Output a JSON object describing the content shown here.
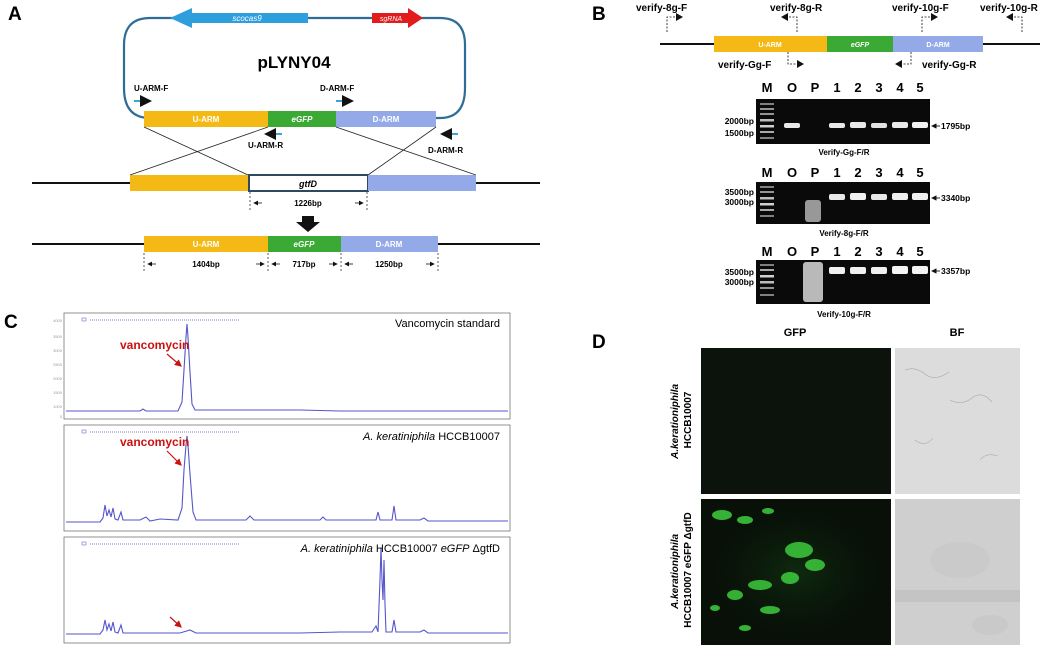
{
  "panel_a": {
    "letter": "A",
    "plasmid_name": "pLYNY04",
    "scocas9": "scocas9",
    "sgrna": "sgRNA",
    "primer_uarm_f": "U-ARM-F",
    "primer_darm_f": "D-ARM-F",
    "primer_uarm_r": "U-ARM-R",
    "primer_darm_r": "D-ARM-R",
    "uarm": "U-ARM",
    "egfp": "eGFP",
    "darm": "D-ARM",
    "gtfd": "gtfD",
    "gtfd_len": "1226bp",
    "result_uarm": "U-ARM",
    "result_egfp": "eGFP",
    "result_darm": "D-ARM",
    "len_uarm": "1404bp",
    "len_egfp": "717bp",
    "len_darm": "1250bp"
  },
  "panel_b": {
    "letter": "B",
    "p_8g_f": "verify-8g-F",
    "p_8g_r": "verify-8g-R",
    "p_10g_f": "verify-10g-F",
    "p_10g_r": "verify-10g-R",
    "p_gg_f": "verify-Gg-F",
    "p_gg_r": "verify-Gg-R",
    "uarm": "U-ARM",
    "egfp": "eGFP",
    "darm": "D-ARM",
    "lanes": [
      "M",
      "O",
      "P",
      "1",
      "2",
      "3",
      "4",
      "5"
    ],
    "gel1_caption": "Verify-Gg-F/R",
    "gel1_marker_hi": "2000bp",
    "gel1_marker_lo": "1500bp",
    "gel1_band": "1795bp",
    "gel2_caption": "Verify-8g-F/R",
    "gel2_marker_hi": "3500bp",
    "gel2_marker_lo": "3000bp",
    "gel2_band": "3340bp",
    "gel3_caption": "Verify-10g-F/R",
    "gel3_marker_hi": "3500bp",
    "gel3_marker_lo": "3000bp",
    "gel3_band": "3357bp"
  },
  "panel_c": {
    "letter": "C",
    "trace1_title": "Vancomycin standard",
    "trace1_arrow": "vancomycin",
    "trace2_title_italic": "A. keratiniphila",
    "trace2_title_rest": " HCCB10007",
    "trace2_arrow": "vancomycin",
    "trace3_title_italic": "A. keratiniphila",
    "trace3_title_mid": " HCCB10007 ",
    "trace3_title_italic2": "eGFP",
    "trace3_title_rest": " ΔgtfD"
  },
  "panel_d": {
    "letter": "D",
    "col_gfp": "GFP",
    "col_bf": "BF",
    "row1_italic": "A.kerationiphila",
    "row1_strain": "HCCB10007",
    "row2_italic": "A.kerationiphila",
    "row2_strain": "HCCB10007 eGFP ΔgtfD"
  },
  "colors": {
    "uarm": "#F5B916",
    "egfp": "#3AAA35",
    "darm": "#93A9E8",
    "backbone": "#2E6E96",
    "scocas9": "#2F9EDC",
    "sgrna": "#E21B1B",
    "primer": "#3AA6D8",
    "trace": "#5555CC",
    "annotation": "#CC1111"
  }
}
